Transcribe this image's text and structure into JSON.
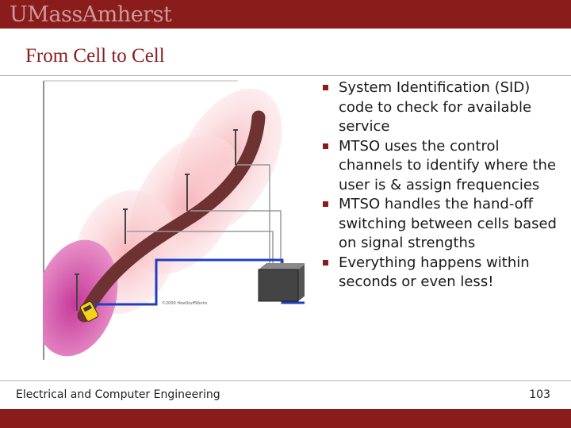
{
  "header": {
    "logo_text": "UMassAmherst"
  },
  "slide": {
    "title": "From Cell to Cell"
  },
  "figure": {
    "credit": "©2000 HowStuffWorks"
  },
  "bullets": [
    "System Identification (SID) code to check for available service",
    "MTSO uses the control channels to identify where the user is & assign frequencies",
    "MTSO handles the hand-off switching between cells based on signal strengths",
    "Everything happens within seconds or even less!"
  ],
  "footer": {
    "department": "Electrical and Computer Engineering",
    "page_number": "103"
  },
  "colors": {
    "brand": "#8b1c1c",
    "wire_blue": "#1f3fbf",
    "cell_pink": "#f2a0a8",
    "cell_magenta": "#c93f9e",
    "road": "#6e3232"
  }
}
